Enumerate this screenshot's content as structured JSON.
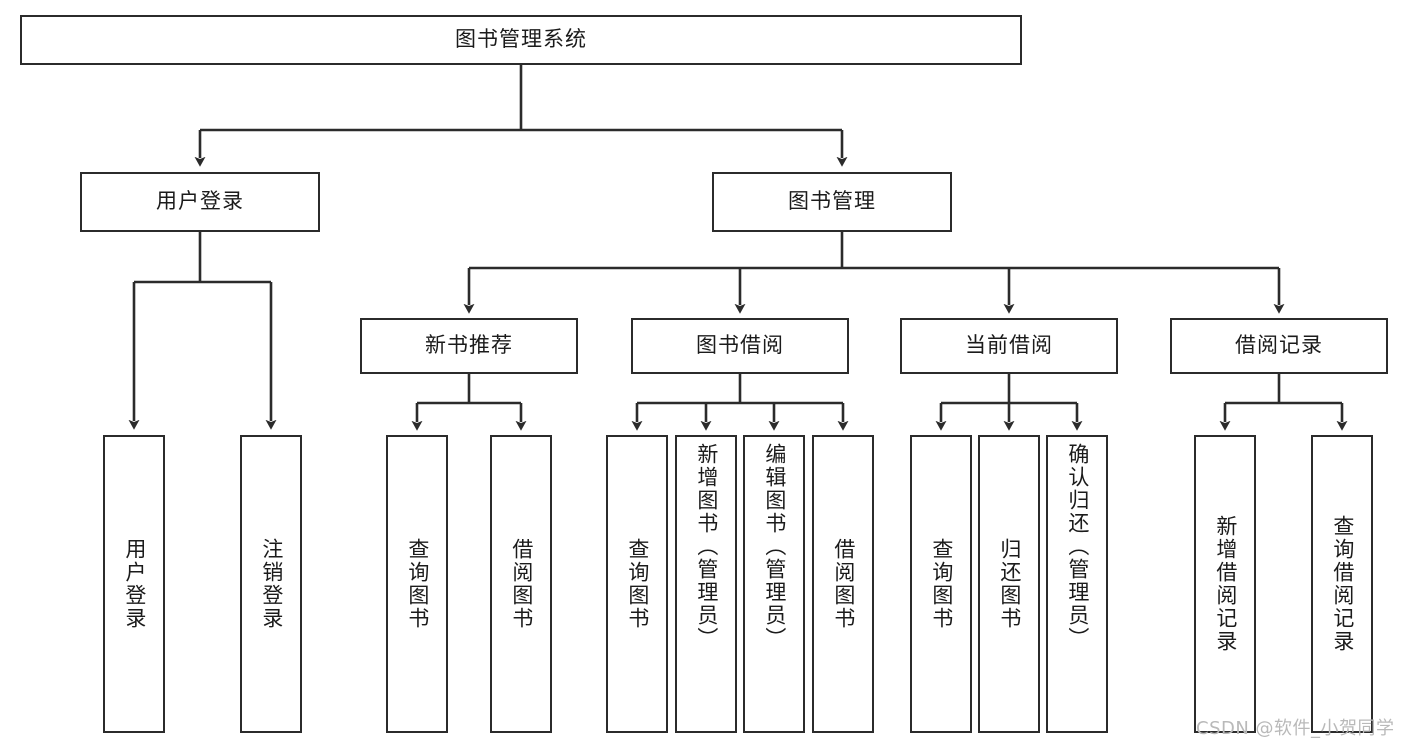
{
  "diagram": {
    "type": "tree",
    "title": "图书管理系统",
    "watermark": "CSDN @软件_小贺同学",
    "colors": {
      "stroke": "#2b2b2b",
      "fill": "#ffffff",
      "text": "#1b1b1b",
      "watermark": "#b9b9b9"
    },
    "nodes": {
      "root": {
        "label": "图书管理系统"
      },
      "level2": [
        {
          "id": "user-login",
          "label": "用户登录"
        },
        {
          "id": "book-manage",
          "label": "图书管理"
        }
      ],
      "level3": [
        {
          "id": "new-book-rec",
          "label": "新书推荐"
        },
        {
          "id": "book-borrow",
          "label": "图书借阅"
        },
        {
          "id": "current-borrow",
          "label": "当前借阅"
        },
        {
          "id": "borrow-record",
          "label": "借阅记录"
        }
      ],
      "leaves": [
        {
          "id": "leaf-user-login",
          "label": "用户登录",
          "parent": "user-login"
        },
        {
          "id": "leaf-user-logout",
          "label": "注销登录",
          "parent": "user-login"
        },
        {
          "id": "leaf-query-book-1",
          "label": "查询图书",
          "parent": "new-book-rec"
        },
        {
          "id": "leaf-borrow-book-1",
          "label": "借阅图书",
          "parent": "new-book-rec"
        },
        {
          "id": "leaf-query-book-2",
          "label": "查询图书",
          "parent": "book-borrow"
        },
        {
          "id": "leaf-add-book",
          "label": "新增图书（管理员）",
          "parent": "book-borrow"
        },
        {
          "id": "leaf-edit-book",
          "label": "编辑图书（管理员）",
          "parent": "book-borrow"
        },
        {
          "id": "leaf-borrow-book-2",
          "label": "借阅图书",
          "parent": "book-borrow"
        },
        {
          "id": "leaf-query-book-3",
          "label": "查询图书",
          "parent": "current-borrow"
        },
        {
          "id": "leaf-return-book",
          "label": "归还图书",
          "parent": "current-borrow"
        },
        {
          "id": "leaf-confirm-return",
          "label": "确认归还（管理员）",
          "parent": "current-borrow"
        },
        {
          "id": "leaf-add-record",
          "label": "新增借阅记录",
          "parent": "borrow-record"
        },
        {
          "id": "leaf-query-record",
          "label": "查询借阅记录",
          "parent": "borrow-record"
        }
      ]
    }
  }
}
